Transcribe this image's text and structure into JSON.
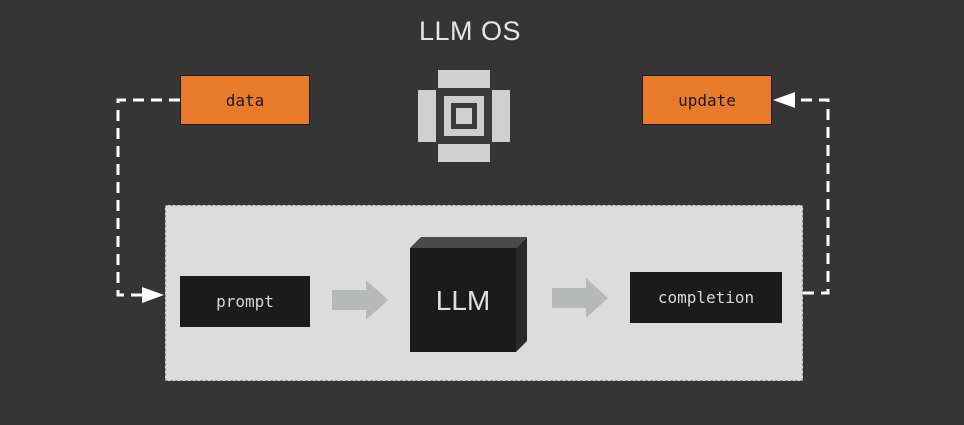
{
  "title": "LLM OS",
  "inputs": {
    "data_label": "data"
  },
  "outputs": {
    "update_label": "update"
  },
  "pipeline": {
    "prompt_label": "prompt",
    "model_label": "LLM",
    "completion_label": "completion"
  },
  "icons": {
    "os": "chip-icon",
    "model": "cube-icon",
    "flow": "arrow-right-icon"
  },
  "colors": {
    "background": "#353535",
    "accent": "#e87a2a",
    "panel": "#dcdcdc",
    "dark_box": "#1b1b1b",
    "connector": "#ffffff"
  }
}
